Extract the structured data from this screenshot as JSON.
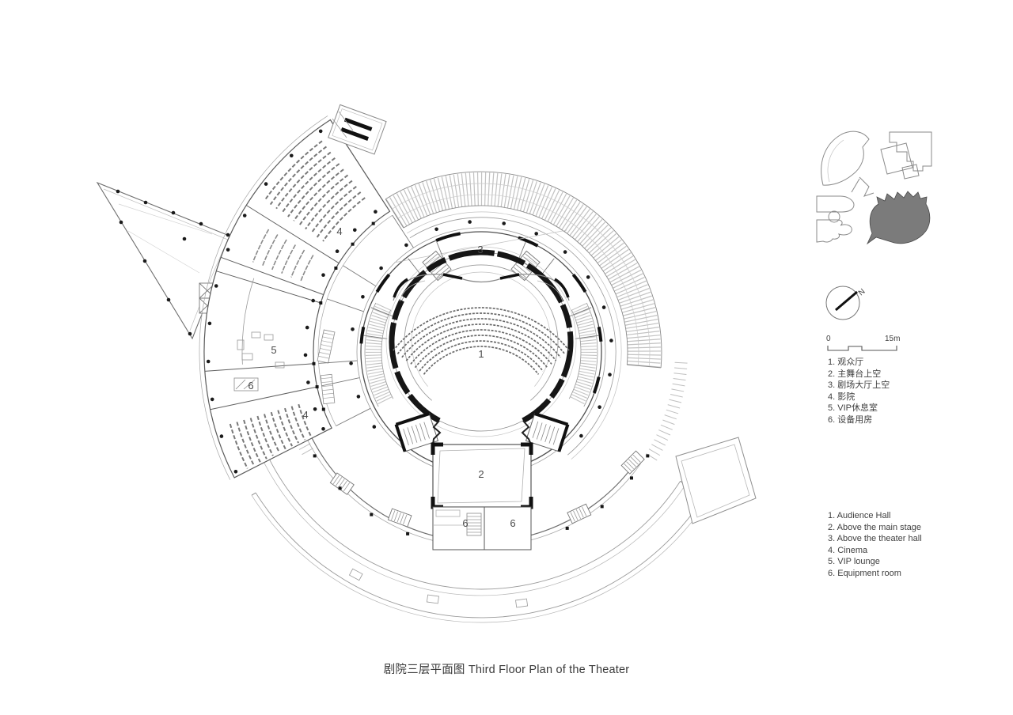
{
  "caption": "剧院三层平面图 Third Floor Plan of the Theater",
  "plan": {
    "labels": [
      {
        "name": "audience-hall",
        "num": "1"
      },
      {
        "name": "above-main-stage",
        "num": "2"
      },
      {
        "name": "above-theater-hall",
        "num": "3"
      },
      {
        "name": "cinema-upper",
        "num": "4"
      },
      {
        "name": "cinema-lower",
        "num": "4"
      },
      {
        "name": "vip-lounge",
        "num": "5"
      },
      {
        "name": "equipment-west",
        "num": "6"
      },
      {
        "name": "equipment-south-left",
        "num": "6"
      },
      {
        "name": "equipment-south-right",
        "num": "6"
      }
    ]
  },
  "north_arrow": {
    "label": "N"
  },
  "scale_bar": {
    "zero": "0",
    "max": "15m"
  },
  "legend_cn": {
    "items": [
      "1. 观众厅",
      "2. 主舞台上空",
      "3. 剧场大厅上空",
      "4. 影院",
      "5. VIP休息室",
      "6. 设备用房"
    ]
  },
  "legend_en": {
    "items": [
      "1. Audience Hall",
      "2. Above the main stage",
      "3. Above the theater hall",
      "4. Cinema",
      "5. VIP lounge",
      "6. Equipment room"
    ]
  },
  "colors": {
    "line": "#8a8a8a",
    "wall": "#161616",
    "keyplan_fill": "#7b7b7b",
    "text": "#3f3f3f"
  }
}
